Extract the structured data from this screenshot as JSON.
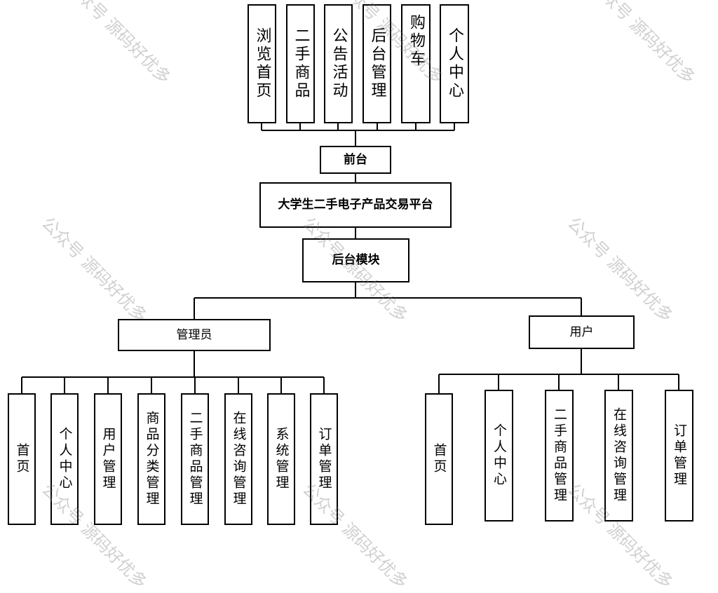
{
  "frontend_modules": [
    "浏览首页",
    "二手商品",
    "公告活动",
    "后台管理",
    "购物车",
    "个人中心"
  ],
  "frontend": "前台",
  "platform": "大学生二手电子产品交易平台",
  "backend": "后台模块",
  "admin": "管理员",
  "user": "用户",
  "admin_modules": [
    "首页",
    "个人中心",
    "用户管理",
    "商品分类管理",
    "二手商品管理",
    "在线咨询管理",
    "系统管理",
    "订单管理"
  ],
  "user_modules": [
    "首页",
    "个人中心",
    "二手商品管理",
    "在线咨询管理",
    "订单管理"
  ],
  "watermark": "公众号 源码好优多"
}
